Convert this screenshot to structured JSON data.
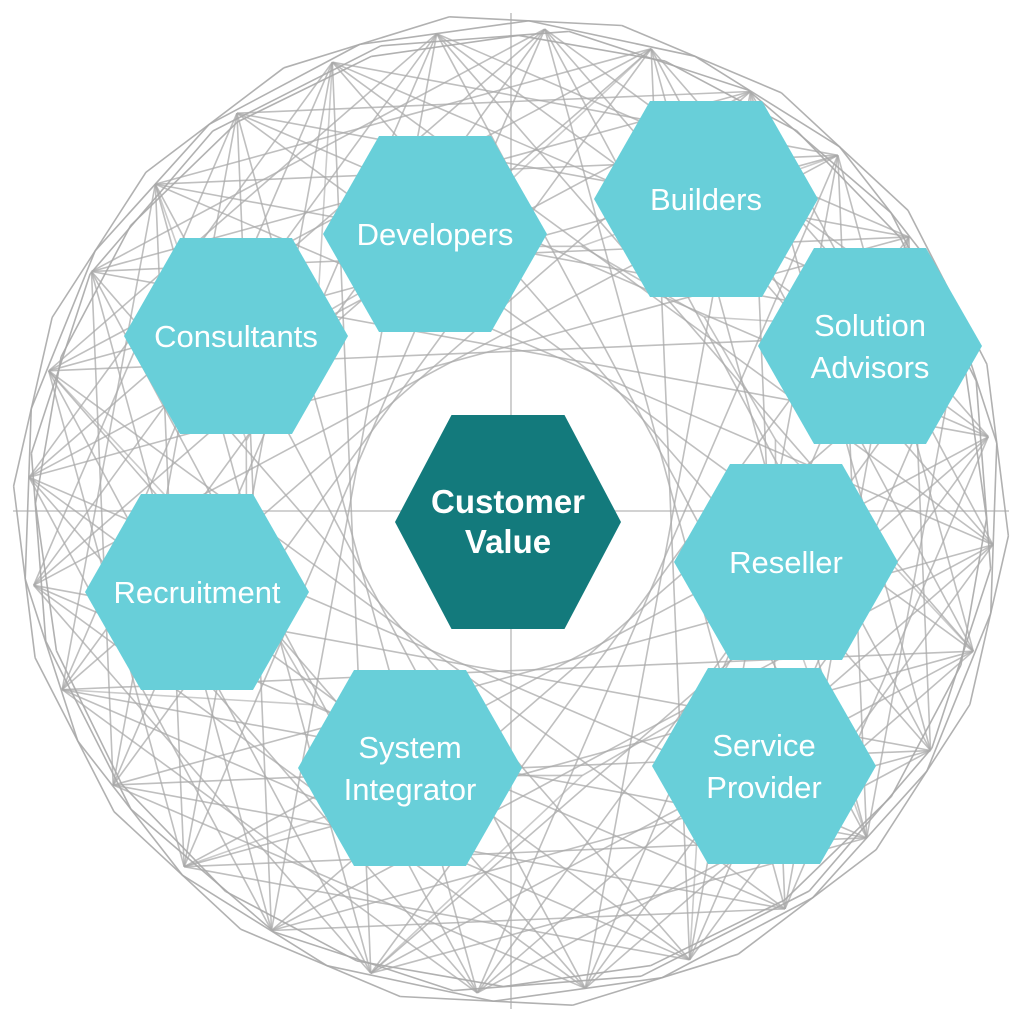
{
  "diagram": {
    "center": {
      "lines": [
        "Customer",
        "Value"
      ],
      "color": "#137a7c"
    },
    "nodes": [
      {
        "id": "developers",
        "lines": [
          "Developers"
        ]
      },
      {
        "id": "builders",
        "lines": [
          "Builders"
        ]
      },
      {
        "id": "consultants",
        "lines": [
          "Consultants"
        ]
      },
      {
        "id": "solution-advisors",
        "lines": [
          "Solution",
          "Advisors"
        ]
      },
      {
        "id": "recruitment",
        "lines": [
          "Recruitment"
        ]
      },
      {
        "id": "reseller",
        "lines": [
          "Reseller"
        ]
      },
      {
        "id": "system-integrator",
        "lines": [
          "System",
          "Integrator"
        ]
      },
      {
        "id": "service-provider",
        "lines": [
          "Service",
          "Provider"
        ]
      }
    ],
    "node_color": "#68cfd9",
    "text_color": "#ffffff",
    "wire_color": "#a9a9a9"
  }
}
